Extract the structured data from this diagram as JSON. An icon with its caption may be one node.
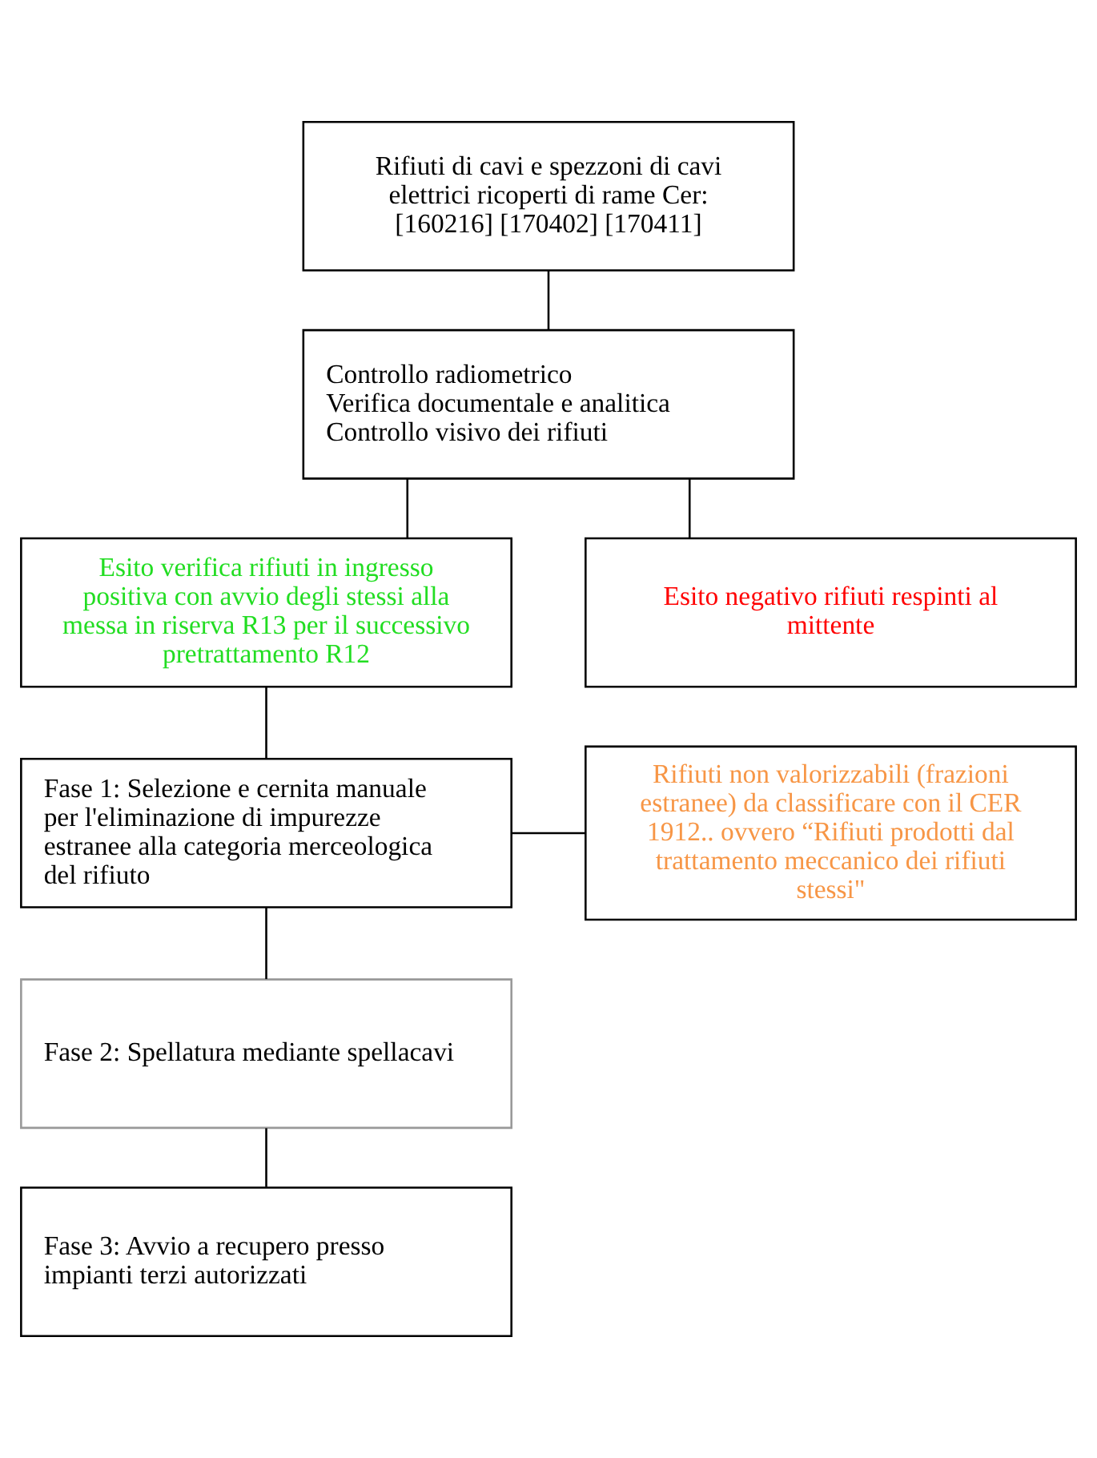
{
  "diagram": {
    "nodes": [
      {
        "text": [
          "Rifiuti di cavi e spezzoni di cavi elettrici ricoperti di rame Cer: [160216] [170402] [170411]"
        ]
      },
      {
        "text": [
          "Controllo radiometrico",
          "Verifica documentale e analitica",
          "Controllo visivo dei rifiuti"
        ]
      },
      {
        "text": [
          "Esito verifica rifiuti in ingresso positiva con avvio degli stessi alla messa in riserva R13 per il successivo pretrattamento R12"
        ]
      },
      {
        "text": [
          "Esito negativo rifiuti respinti al mittente"
        ]
      },
      {
        "text": [
          "Fase 1: Selezione e cernita manuale per l'eliminazione di impurezze estranee alla categoria merceologica del rifiuto"
        ]
      },
      {
        "text": [
          "Rifiuti non valorizzabili (frazioni estranee) da classificare con il CER 1912.. ovvero “Rifiuti prodotti dal trattamento meccanico dei rifiuti stessi\""
        ]
      },
      {
        "text": [
          "Fase 2: Spellatura mediante spellacavi"
        ]
      },
      {
        "text": [
          "Fase 3: Avvio a recupero presso impianti terzi autorizzati"
        ]
      }
    ],
    "edges": [
      {
        "from": 0,
        "to": 1,
        "arrow": "none"
      },
      {
        "from": 1,
        "to": 2,
        "arrow": "none"
      },
      {
        "from": 1,
        "to": 3,
        "arrow": "none"
      },
      {
        "from": 2,
        "to": 4,
        "arrow": "none"
      },
      {
        "from": 4,
        "to": 5,
        "arrow": "none"
      },
      {
        "from": 4,
        "to": 6,
        "arrow": "none"
      },
      {
        "from": 6,
        "to": 7,
        "arrow": "none"
      }
    ]
  }
}
